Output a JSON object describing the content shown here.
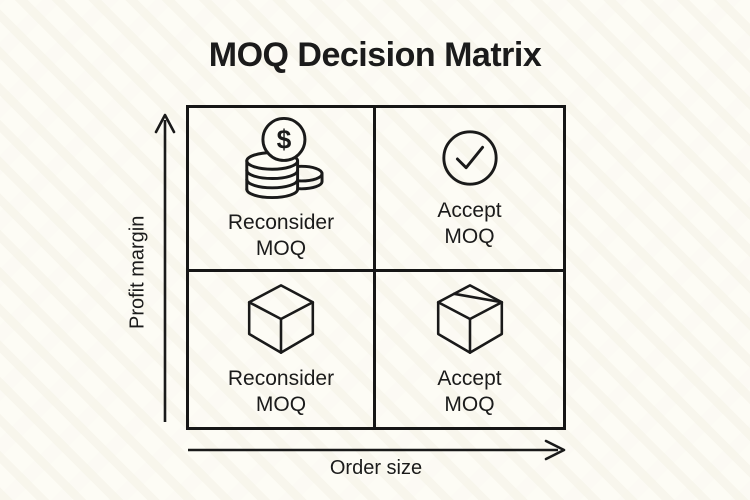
{
  "title": "MOQ Decision Matrix",
  "axes": {
    "y_label": "Profit margin",
    "x_label": "Order size"
  },
  "matrix": {
    "quadrants": [
      {
        "position": "top-left",
        "icon": "coin-stack-icon",
        "label_line1": "Reconsider",
        "label_line2": "MOQ"
      },
      {
        "position": "top-right",
        "icon": "check-circle-icon",
        "label_line1": "Accept",
        "label_line2": "MOQ"
      },
      {
        "position": "bottom-left",
        "icon": "cube-outline-icon",
        "label_line1": "Reconsider",
        "label_line2": "MOQ"
      },
      {
        "position": "bottom-right",
        "icon": "package-box-icon",
        "label_line1": "Accept",
        "label_line2": "MOQ"
      }
    ]
  },
  "icons": {
    "dollar_glyph": "$"
  },
  "colors": {
    "background": "#fdfcf5",
    "ink": "#1a1a1a"
  }
}
